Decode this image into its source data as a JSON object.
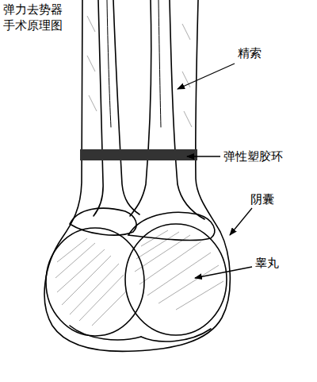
{
  "diagram": {
    "title": "弹力去势器 手术原理图",
    "labels": [
      "精索",
      "弹性塑胶环",
      "阴囊",
      "睾丸"
    ]
  }
}
